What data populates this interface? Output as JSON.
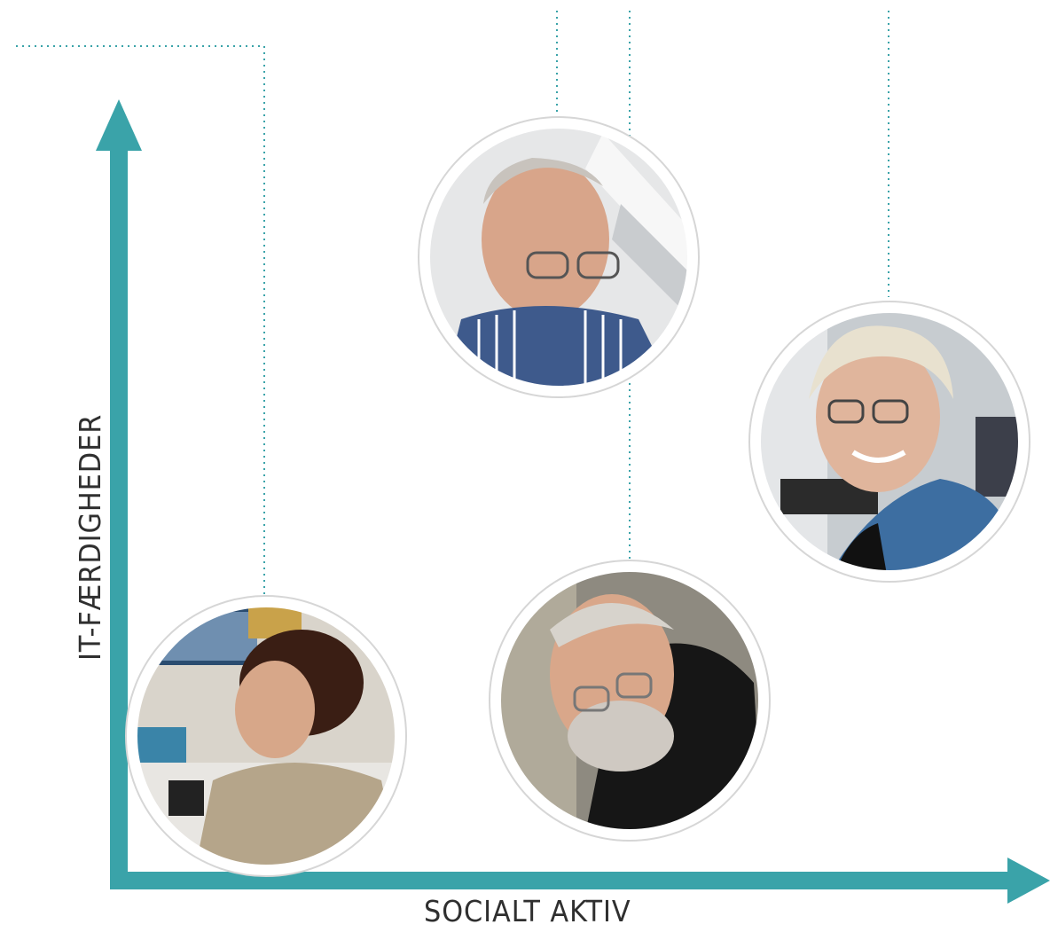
{
  "axes": {
    "x_label": "SOCIALT AKTIV",
    "y_label": "IT-FÆRDIGHEDER",
    "axis_color": "#3aa3a9",
    "dot_color": "#3aa3a9"
  },
  "personas": [
    {
      "id": "woman-dark-hair",
      "description_icon": "person-photo-icon",
      "social_level": "low",
      "it_level": "low"
    },
    {
      "id": "man-glasses-striped-shirt",
      "description_icon": "person-photo-icon",
      "social_level": "medium",
      "it_level": "high"
    },
    {
      "id": "man-white-beard",
      "description_icon": "person-photo-icon",
      "social_level": "medium",
      "it_level": "low"
    },
    {
      "id": "woman-smiling-blue-towel",
      "description_icon": "person-photo-icon",
      "social_level": "high",
      "it_level": "medium"
    }
  ]
}
